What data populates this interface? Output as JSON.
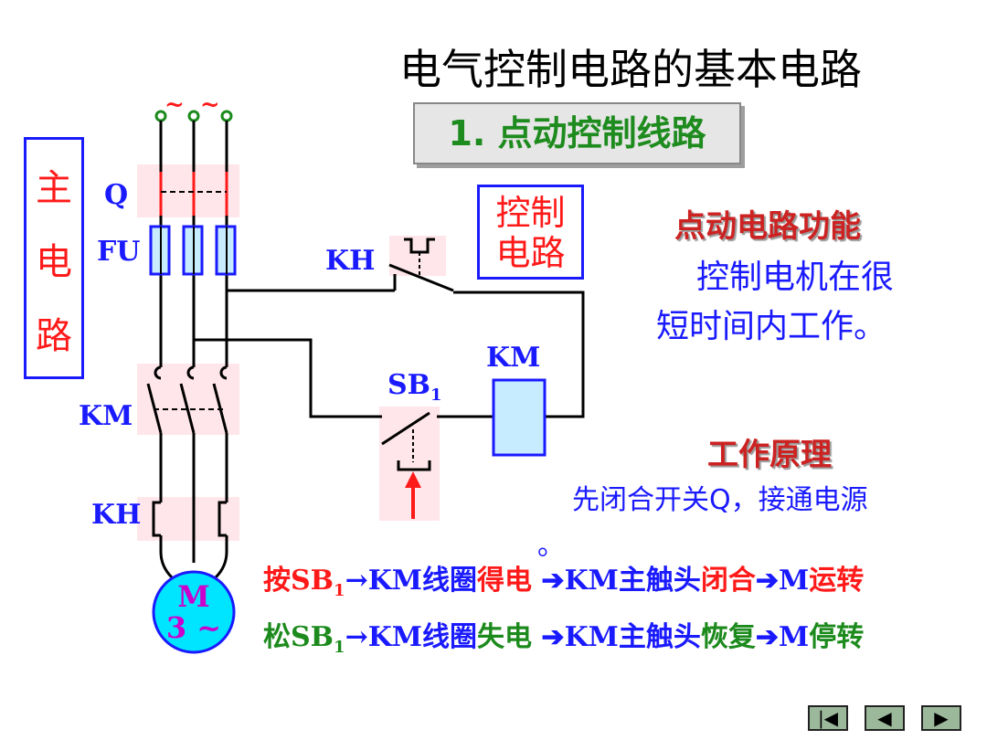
{
  "title": "电气控制电路的基本电路",
  "subtitle": "1. 点动控制线路",
  "main_circuit_label": [
    "主",
    "电",
    "路"
  ],
  "control_circuit_label": [
    "控制",
    "电路"
  ],
  "labels": {
    "q": "Q",
    "fu": "FU",
    "km_main": "KM",
    "kh_main": "KH",
    "kh_ctrl": "KH",
    "km_coil": "KM",
    "sb1": "SB",
    "sb1_sub": "1",
    "ac_symbol": "~ ~",
    "motor_m": "M",
    "motor_phase": "3 ~"
  },
  "function": {
    "heading": "点动电路功能",
    "line1": "控制电机在很",
    "line2": "短时间内工作。"
  },
  "principle": {
    "heading": "工作原理",
    "line1": "先闭合开关Q，接通电源",
    "line2": "。"
  },
  "sequence": {
    "press": {
      "a": "按SB",
      "a_sub": "1",
      "b": "→KM线圈",
      "c": "得电",
      "d": " ➔KM主触头",
      "e": "闭合",
      "f": "➔M",
      "g": "运转"
    },
    "release": {
      "a": "松SB",
      "a_sub": "1",
      "b": "→KM线圈",
      "c": "失电",
      "d": " ➔KM主触头",
      "e": "恢复",
      "f": "➔M",
      "g": "停转"
    }
  },
  "nav": {
    "first": "|◀",
    "prev": "◀",
    "next": "▶"
  },
  "colors": {
    "wire": "#000000",
    "accent_blue": "#1a1aff",
    "accent_red": "#ff1a1a",
    "green": "#1c8a1c",
    "motor_fill": "#00e5ff",
    "motor_text": "#cc00cc"
  }
}
